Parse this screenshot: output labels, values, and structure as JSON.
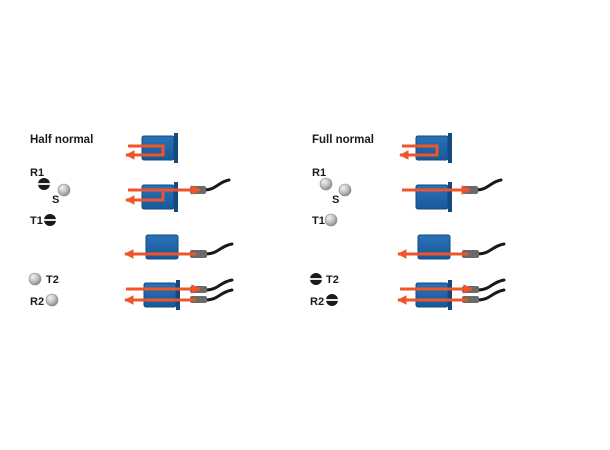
{
  "panels": [
    {
      "title": "Half normal",
      "labels": {
        "r1": "R1",
        "s": "S",
        "t1": "T1",
        "t2": "T2",
        "r2": "R2"
      },
      "states": {
        "r1": "closed",
        "s": "open",
        "t1": "closed",
        "t2": "open",
        "r2": "open"
      }
    },
    {
      "title": "Full normal",
      "labels": {
        "r1": "R1",
        "s": "S",
        "t1": "T1",
        "t2": "T2",
        "r2": "R2"
      },
      "states": {
        "r1": "open",
        "s": "open",
        "t1": "open",
        "t2": "closed",
        "r2": "closed"
      }
    }
  ],
  "colors": {
    "block": "#1f64a8",
    "block_dark": "#14497e",
    "flow": "#f0542a",
    "cable": "#1a1a1a",
    "connector": "#666666",
    "valve_open": "#c4c4c4",
    "valve_closed": "#1a1a1a",
    "text": "#1a1a1a"
  },
  "icons": {
    "valve_open": "gray-sphere-icon",
    "valve_closed": "black-slotted-valve-icon",
    "flow": "orange-arrow-icon",
    "block": "blue-manifold-block-icon",
    "cable": "black-cable-icon"
  }
}
